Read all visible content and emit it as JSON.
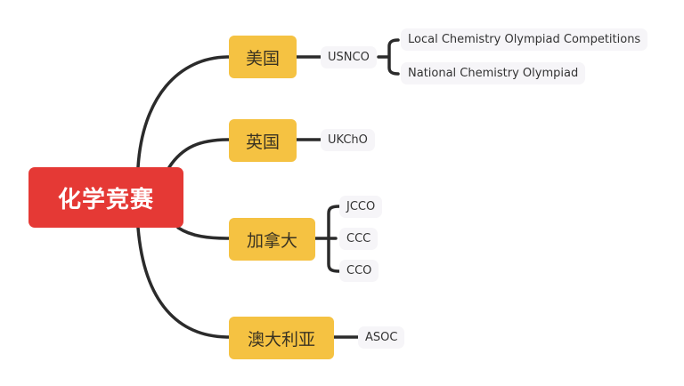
{
  "colors": {
    "root": "#E53935",
    "country": "#F5C242",
    "leaf_bg": "#F6F5F8",
    "line": "#2b2b2b"
  },
  "root": {
    "label": "化学竞赛"
  },
  "countries": [
    {
      "label": "美国",
      "children": [
        {
          "label": "USNCO",
          "children": [
            {
              "label": "Local Chemistry Olympiad Competitions"
            },
            {
              "label": "National Chemistry Olympiad"
            }
          ]
        }
      ]
    },
    {
      "label": "英国",
      "children": [
        {
          "label": "UKChO"
        }
      ]
    },
    {
      "label": "加拿大",
      "children": [
        {
          "label": "JCCO"
        },
        {
          "label": "CCC"
        },
        {
          "label": "CCO"
        }
      ]
    },
    {
      "label": "澳大利亚",
      "children": [
        {
          "label": "ASOC"
        }
      ]
    }
  ]
}
